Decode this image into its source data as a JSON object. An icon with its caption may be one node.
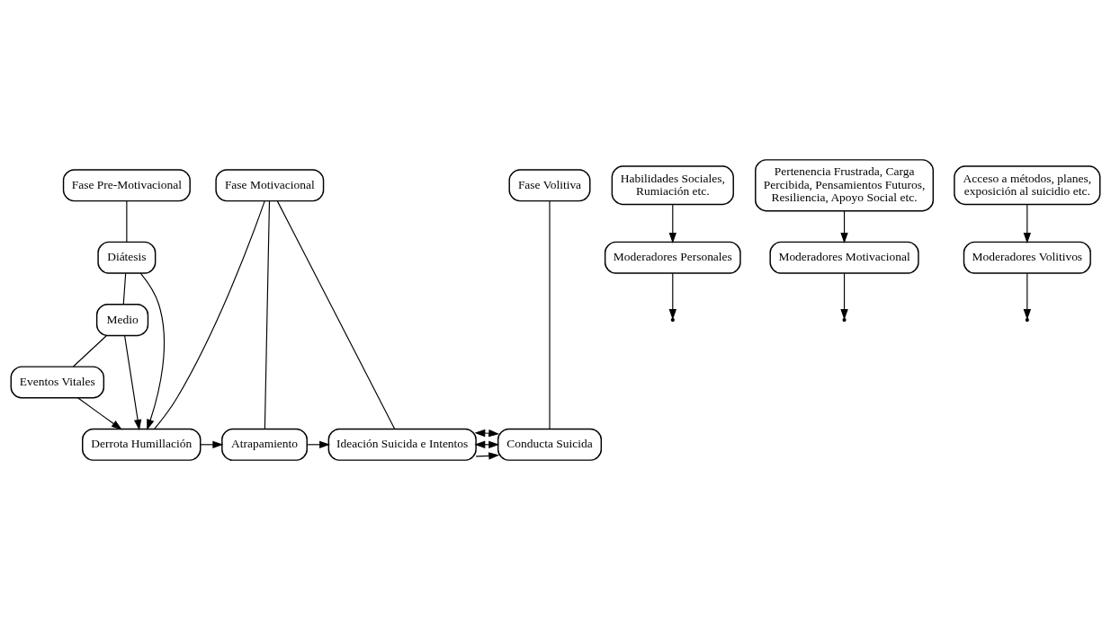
{
  "diagram": {
    "nodes": [
      {
        "text": [
          "Fase Pre-Motivacional"
        ]
      },
      {
        "text": [
          "Diátesis"
        ]
      },
      {
        "text": [
          "Medio"
        ]
      },
      {
        "text": [
          "Eventos Vitales"
        ]
      },
      {
        "text": [
          "Fase Motivacional"
        ]
      },
      {
        "text": [
          "Fase Volitiva"
        ]
      },
      {
        "text": [
          "Derrota Humillación"
        ]
      },
      {
        "text": [
          "Atrapamiento"
        ]
      },
      {
        "text": [
          "Ideación Suicida e Intentos"
        ]
      },
      {
        "text": [
          "Conducta Suicida"
        ]
      },
      {
        "text": [
          "Moderadores Personales"
        ]
      },
      {
        "text": [
          "Moderadores Motivacional"
        ]
      },
      {
        "text": [
          "Moderadores Volitivos"
        ]
      },
      {
        "text": [
          "Habilidades Sociales, Rumiación etc."
        ]
      },
      {
        "text": [
          "Pertenencia Frustrada, Carga Percibida, Pensamientos Futuros, Resiliencia, Apoyo Social etc."
        ]
      },
      {
        "text": [
          "Acceso a métodos, planes, exposición al suicidio etc."
        ]
      }
    ],
    "edges": [
      {
        "from": 0,
        "to": 1,
        "arrow": "none"
      },
      {
        "from": 1,
        "to": 2,
        "arrow": "none"
      },
      {
        "from": 2,
        "to": 3,
        "arrow": "none"
      },
      {
        "from": 1,
        "to": 6,
        "arrow": "to"
      },
      {
        "from": 2,
        "to": 6,
        "arrow": "to"
      },
      {
        "from": 3,
        "to": 6,
        "arrow": "to"
      },
      {
        "from": 4,
        "to": 6,
        "arrow": "none"
      },
      {
        "from": 4,
        "to": 7,
        "arrow": "none"
      },
      {
        "from": 4,
        "to": 8,
        "arrow": "none"
      },
      {
        "from": 5,
        "to": 9,
        "arrow": "none"
      },
      {
        "from": 6,
        "to": 7,
        "arrow": "to"
      },
      {
        "from": 7,
        "to": 8,
        "arrow": "to"
      },
      {
        "from": 8,
        "to": 9,
        "arrow": "to"
      },
      {
        "from": 8,
        "to": 9,
        "arrow": "both"
      },
      {
        "from": 8,
        "to": 9,
        "arrow": "both"
      },
      {
        "from": 10,
        "to": null,
        "arrow": "to"
      },
      {
        "from": 11,
        "to": null,
        "arrow": "to"
      },
      {
        "from": 12,
        "to": null,
        "arrow": "to"
      },
      {
        "from": 13,
        "to": 10,
        "arrow": "to"
      },
      {
        "from": 14,
        "to": 11,
        "arrow": "to"
      },
      {
        "from": 15,
        "to": 12,
        "arrow": "to"
      }
    ]
  }
}
